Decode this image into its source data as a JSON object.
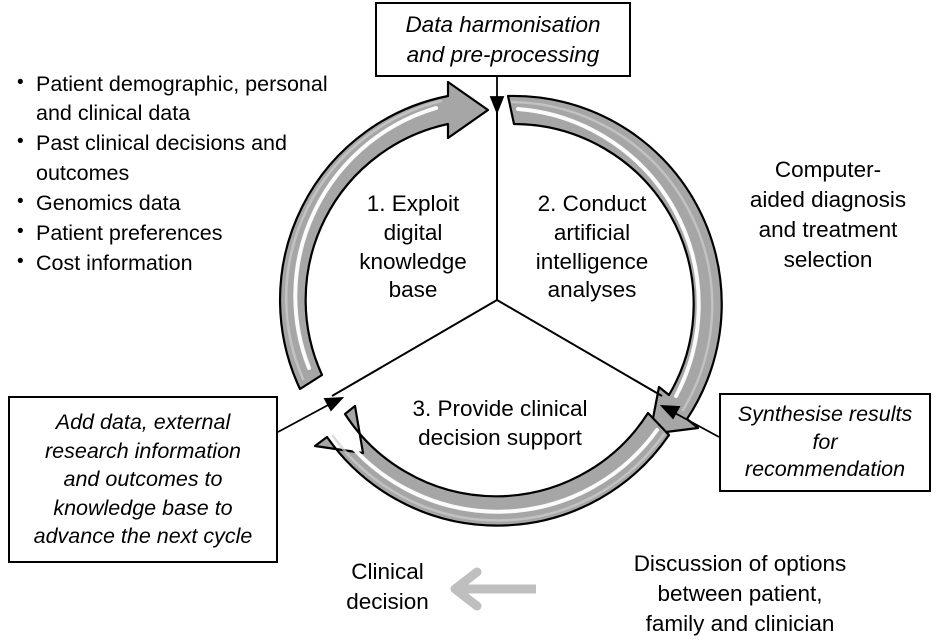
{
  "figure": {
    "type": "cycle-diagram",
    "title_present": false
  },
  "inputs_list": {
    "bullet_glyph": "•",
    "items": [
      "Patient demographic, personal and clinical data",
      "Past clinical decisions and outcomes",
      "Genomics data",
      "Patient preferences",
      "Cost information"
    ]
  },
  "callouts": {
    "top": {
      "line1": "Data harmonisation",
      "line2": "and pre-processing"
    },
    "left_bottom": {
      "line1": "Add data, external",
      "line2": "research information",
      "line3": "and outcomes to",
      "line4": "knowledge base to",
      "line5": "advance the next cycle"
    },
    "right_bottom": {
      "line1": "Synthesise results",
      "line2": "for",
      "line3": "recommendation"
    }
  },
  "annotations": {
    "right_middle": {
      "line1": "Computer-",
      "line2": "aided diagnosis",
      "line3": "and treatment",
      "line4": "selection"
    },
    "bottom_left": {
      "line1": "Clinical",
      "line2": "decision"
    },
    "bottom_right": {
      "line1": "Discussion of options",
      "line2": "between patient,",
      "line3": "family and clinician"
    }
  },
  "cycle": {
    "segments": [
      {
        "number": "1.",
        "line1": "1. Exploit",
        "line2": "digital",
        "line3": "knowledge",
        "line4": "base"
      },
      {
        "number": "2.",
        "line1": "2. Conduct",
        "line2": "artificial",
        "line3": "intelligence",
        "line4": "analyses"
      },
      {
        "number": "3.",
        "line1": "3. Provide clinical",
        "line2": "decision support"
      }
    ]
  },
  "colors": {
    "arc_fill": "#a6a6a6",
    "arc_highlight": "#ffffff",
    "arc_outline": "#000000",
    "bottom_arrow": "#bfbfbf",
    "text": "#000000",
    "background": "#ffffff"
  }
}
